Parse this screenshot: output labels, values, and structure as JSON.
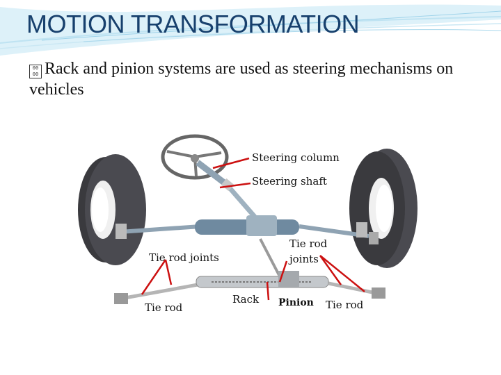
{
  "slide": {
    "title": "MOTION TRANSFORMATION",
    "bullet_glyph": "\u0000",
    "bullet_text": "Rack and pinion systems are used as steering mechanisms on vehicles"
  },
  "figure": {
    "labels": {
      "steering_column": "Steering column",
      "steering_shaft": "Steering shaft",
      "tie_rod_joints_left": "Tie rod joints",
      "tie_rod_joints_right_line1": "Tie rod",
      "tie_rod_joints_right_line2": "joints",
      "tie_rod_left": "Tie rod",
      "rack": "Rack",
      "pinion": "Pinion",
      "tie_rod_right": "Tie rod"
    }
  },
  "colors": {
    "title": "#17406d",
    "swoosh": "#bfe3f2",
    "arrow": "#cc1010",
    "tire": "#3a3a3e",
    "steel": "#8fa3b3"
  }
}
